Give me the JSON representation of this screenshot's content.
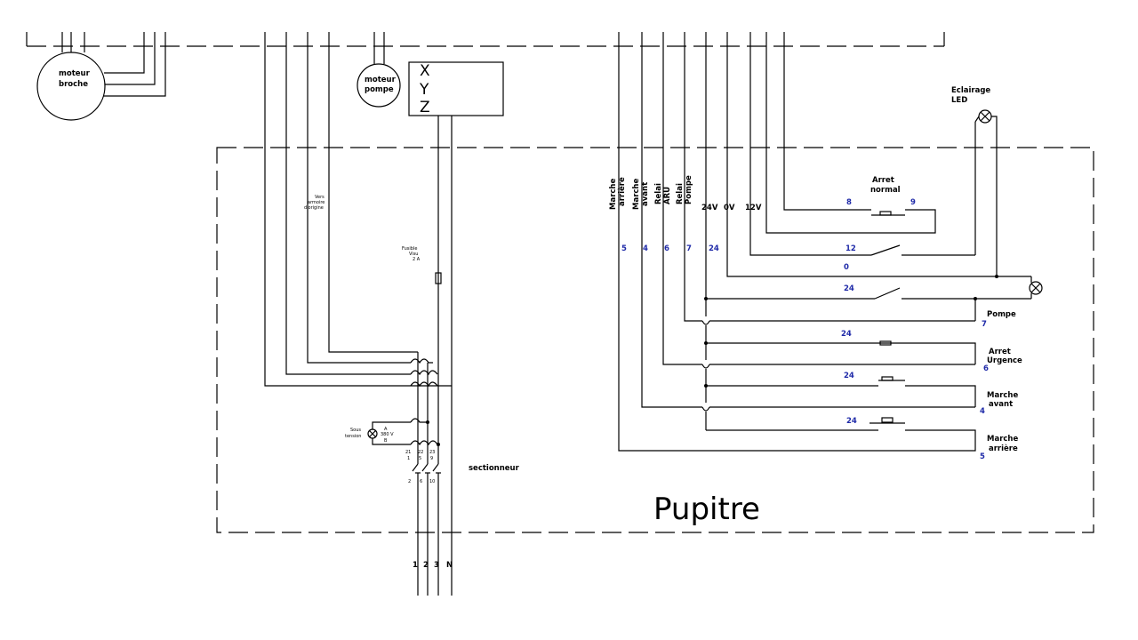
{
  "labels": {
    "motor_spindle_1": "moteur",
    "motor_spindle_2": "broche",
    "motor_pump_1": "moteur",
    "motor_pump_2": "pompe",
    "axis_x": "X",
    "axis_y": "Y",
    "axis_z": "Z",
    "lighting_1": "Eclairage",
    "lighting_2": "LED",
    "stop_normal_1": "Arret",
    "stop_normal_2": "normal",
    "pump": "Pompe",
    "stop_emergency_1": "Arret",
    "stop_emergency_2": "Urgence",
    "forward_1": "Marche",
    "forward_2": "avant",
    "reverse_1": "Marche",
    "reverse_2": "arrière",
    "disconnector": "sectionneur",
    "console": "Pupitre",
    "to_cabinet_1": "Vers",
    "to_cabinet_2": "armoire",
    "to_cabinet_3": "d'origine",
    "fuse_1": "Fusible",
    "fuse_2": "Visu",
    "fuse_3": "2 A",
    "undervoltage_1": "Sous",
    "undervoltage_2": "tension",
    "uv_a": "A",
    "uv_v": "380 V",
    "uv_b": "B",
    "v24": "24V",
    "v0": "0V",
    "v12": "12V",
    "vt_reverse_1": "Marche",
    "vt_reverse_2": "arrière",
    "vt_forward_1": "Marche",
    "vt_forward_2": "avant",
    "vt_relay_aru_1": "Relai",
    "vt_relay_aru_2": "ARU",
    "vt_relay_pump_1": "Relai",
    "vt_relay_pump_2": "Pompe"
  },
  "numbers": {
    "col_5": "5",
    "col_4": "4",
    "col_6": "6",
    "col_7": "7",
    "col_24": "24",
    "n8": "8",
    "n9": "9",
    "n12": "12",
    "n0": "0",
    "r_24a": "24",
    "r_7": "7",
    "r_24b": "24",
    "r_6": "6",
    "r_24c": "24",
    "r_4": "4",
    "r_24d": "24",
    "r_5": "5"
  },
  "terminals": {
    "t21": "21",
    "t22": "22",
    "t23": "23",
    "t1": "1",
    "t5": "5",
    "t9": "9",
    "t2": "2",
    "t6": "6",
    "t10": "10",
    "p1": "1",
    "p2": "2",
    "p3": "3",
    "pN": "N"
  }
}
